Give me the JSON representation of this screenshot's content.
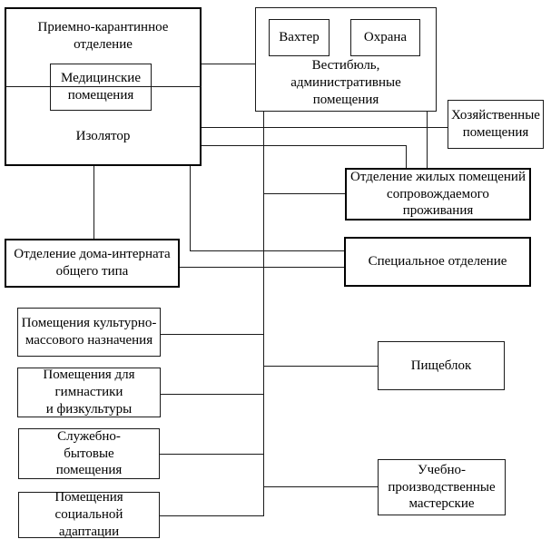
{
  "diagram": {
    "background_color": "#ffffff",
    "line_color": "#1a1a1a",
    "boxes": {
      "priemno": {
        "label": "Приемно-карантинное\nотделение"
      },
      "med": {
        "label": "Медицинские\nпомещения"
      },
      "izolyator": {
        "label": "Изолятор"
      },
      "vahter": {
        "label": "Вахтер"
      },
      "ohrana": {
        "label": "Охрана"
      },
      "vestibul": {
        "label": "Вестибюль,\nадминистративные\nпомещения"
      },
      "hoz": {
        "label": "Хозяйственные\nпомещения"
      },
      "zhilyh": {
        "label": "Отделение жилых помещений\nсопровождаемого\nпроживания"
      },
      "special": {
        "label": "Специальное отделение"
      },
      "doma": {
        "label": "Отделение дома-интерната\nобщего типа"
      },
      "kultura": {
        "label": "Помещения культурно-\nмассового назначения"
      },
      "gimnastika": {
        "label": "Помещения для\nгимнастики\nи физкультуры"
      },
      "sluzhebno": {
        "label": "Служебно-\nбытовые\nпомещения"
      },
      "social": {
        "label": "Помещения\nсоциальной\nадаптации"
      },
      "pishcheblok": {
        "label": "Пищеблок"
      },
      "uchebno": {
        "label": "Учебно-\nпроизводственные\nмастерские"
      }
    }
  }
}
